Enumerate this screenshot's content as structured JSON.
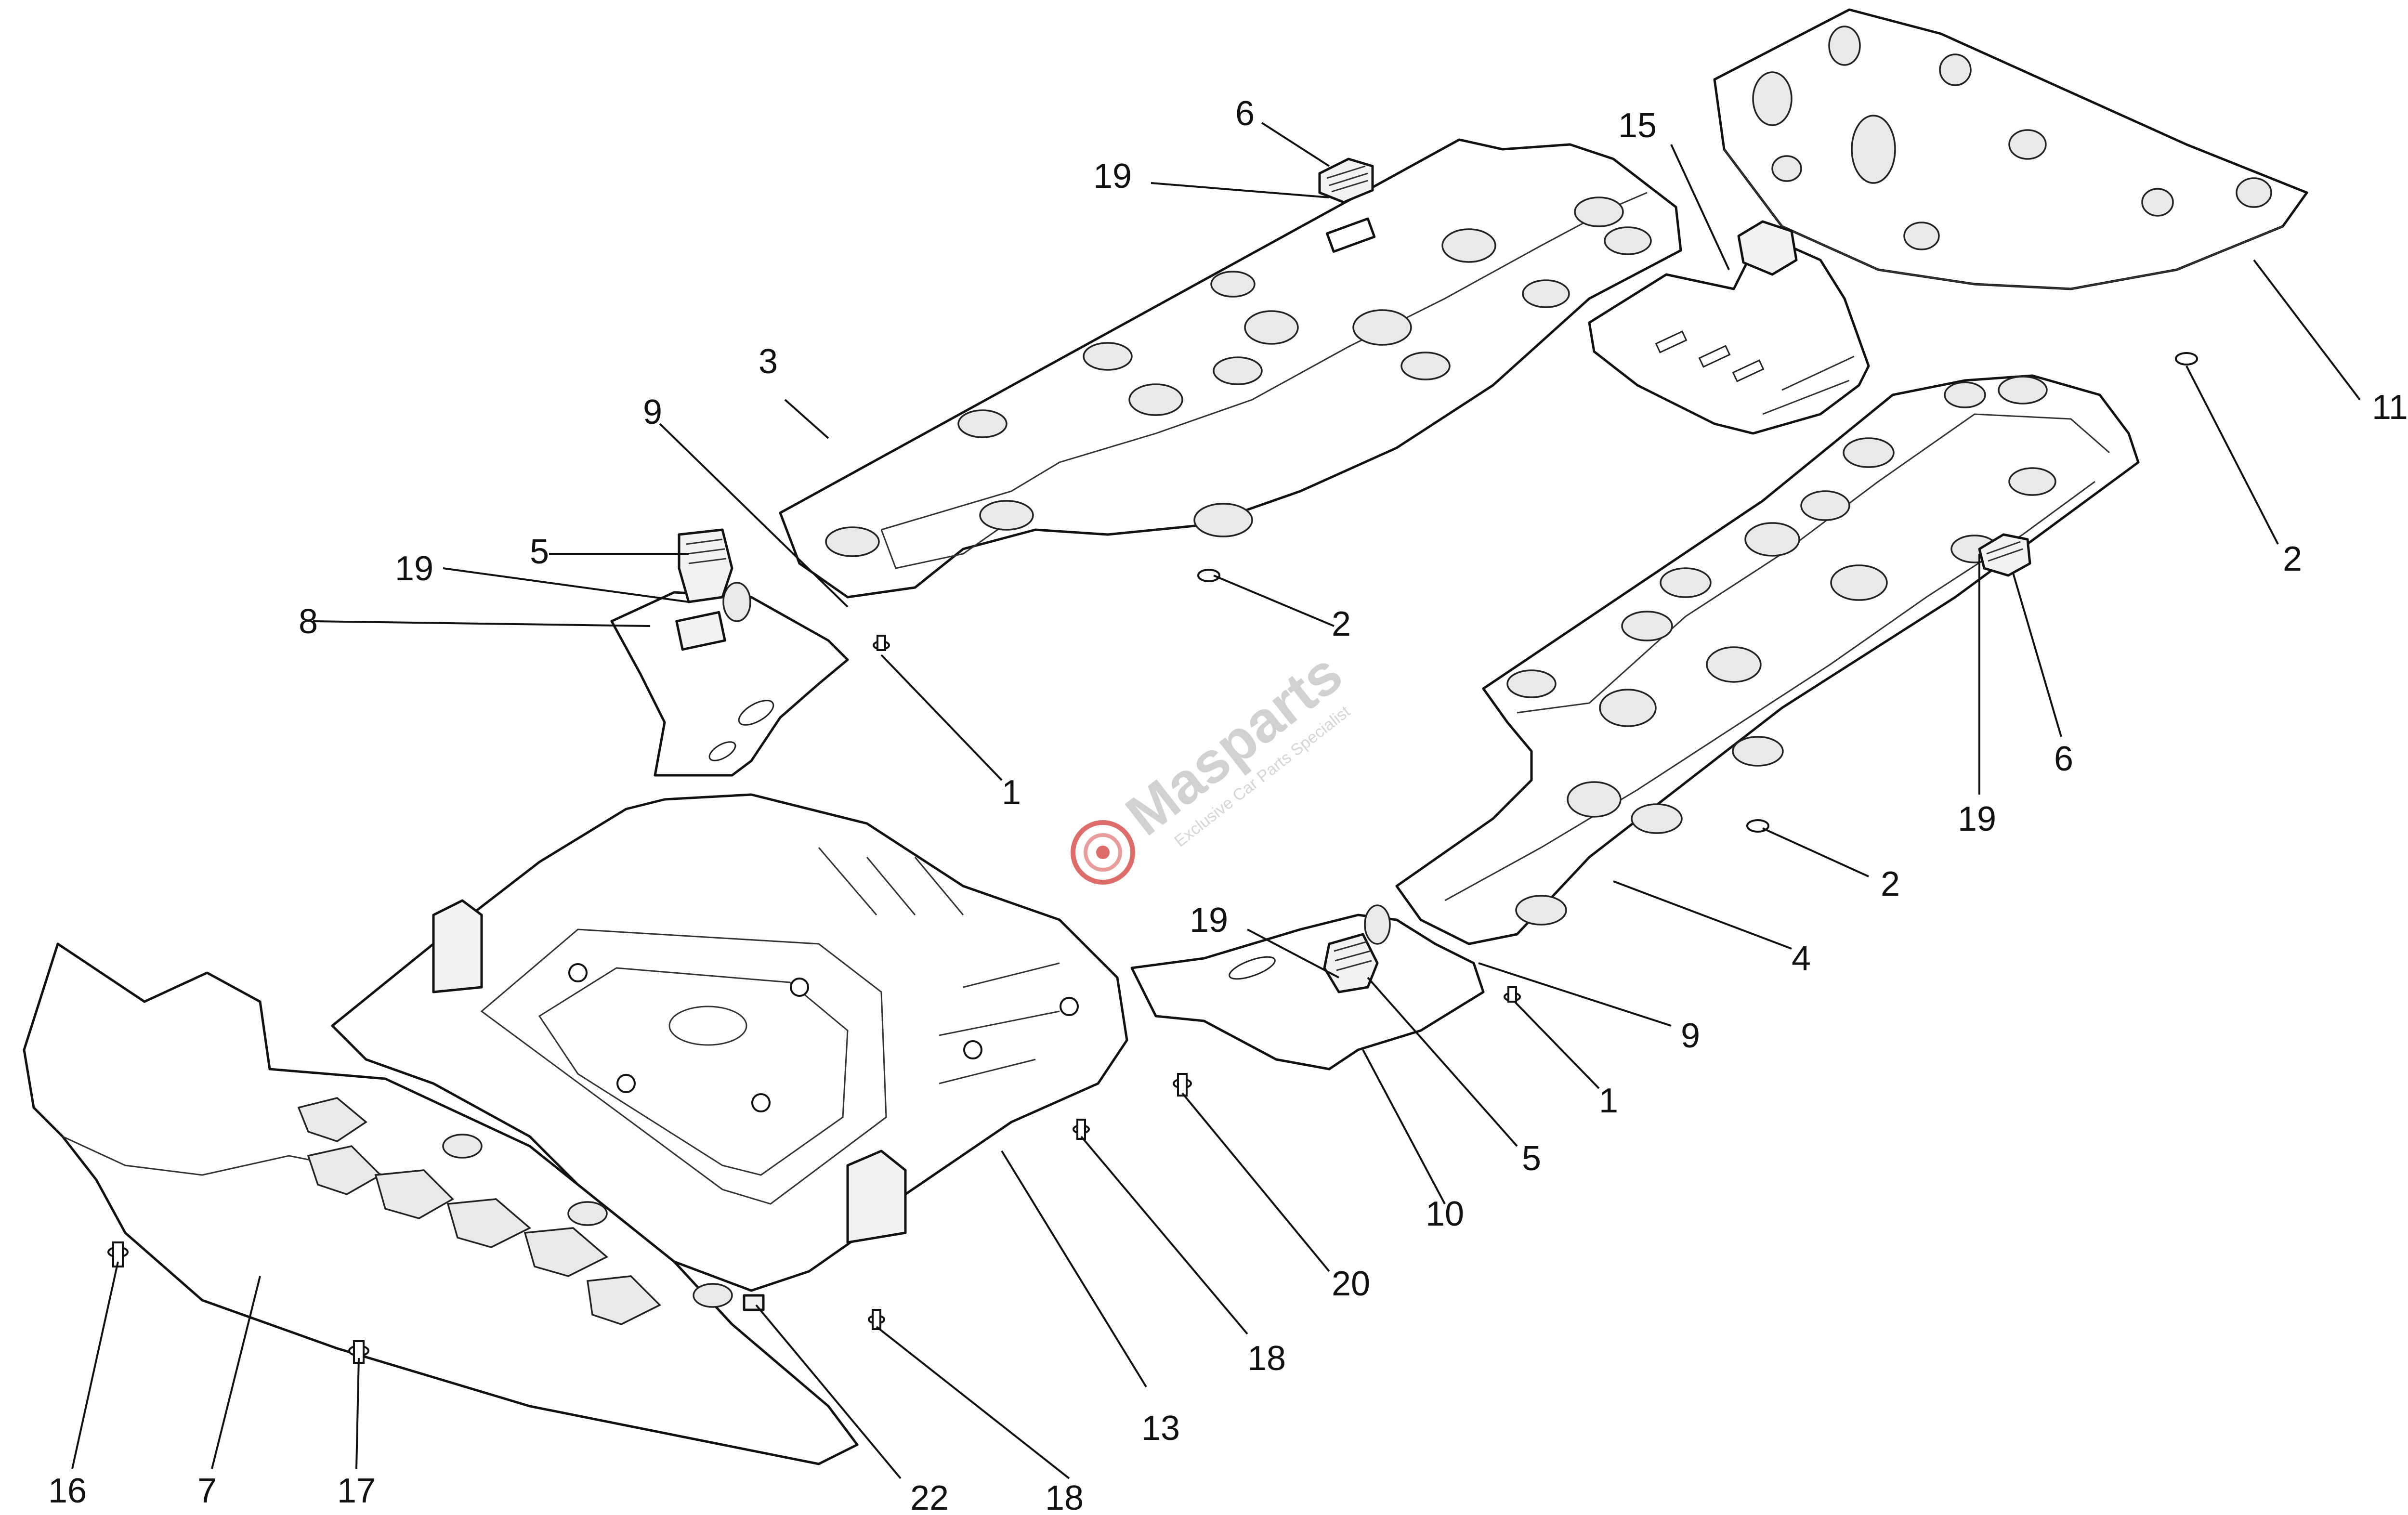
{
  "watermark": {
    "brand": "Masparts",
    "tagline": "Exclusive Car Parts Specialist",
    "brand_color": "#d9534f"
  },
  "callouts": [
    {
      "id": "c6a",
      "label": "6"
    },
    {
      "id": "c19a",
      "label": "19"
    },
    {
      "id": "c15",
      "label": "15"
    },
    {
      "id": "c11",
      "label": "11"
    },
    {
      "id": "c3",
      "label": "3"
    },
    {
      "id": "c9a",
      "label": "9"
    },
    {
      "id": "c5a",
      "label": "5"
    },
    {
      "id": "c19b",
      "label": "19"
    },
    {
      "id": "c8",
      "label": "8"
    },
    {
      "id": "c2a",
      "label": "2"
    },
    {
      "id": "c1a",
      "label": "1"
    },
    {
      "id": "c2b",
      "label": "2"
    },
    {
      "id": "c6b",
      "label": "6"
    },
    {
      "id": "c19c",
      "label": "19"
    },
    {
      "id": "c2c",
      "label": "2"
    },
    {
      "id": "c4",
      "label": "4"
    },
    {
      "id": "c19d",
      "label": "19"
    },
    {
      "id": "c9b",
      "label": "9"
    },
    {
      "id": "c1b",
      "label": "1"
    },
    {
      "id": "c5b",
      "label": "5"
    },
    {
      "id": "c10",
      "label": "10"
    },
    {
      "id": "c20",
      "label": "20"
    },
    {
      "id": "c18a",
      "label": "18"
    },
    {
      "id": "c13",
      "label": "13"
    },
    {
      "id": "c18b",
      "label": "18"
    },
    {
      "id": "c22",
      "label": "22"
    },
    {
      "id": "c16",
      "label": "16"
    },
    {
      "id": "c7",
      "label": "7"
    },
    {
      "id": "c17",
      "label": "17"
    }
  ]
}
